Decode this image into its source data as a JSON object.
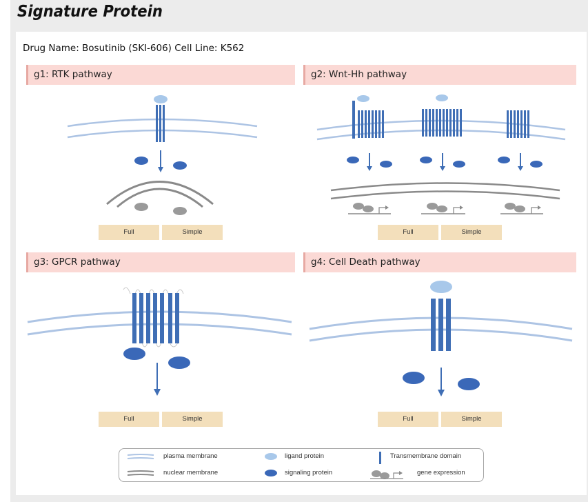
{
  "header": {
    "title": "Signature Protein"
  },
  "info": {
    "drug_line": "Drug Name: Bosutinib (SKI-606) Cell Line: K562"
  },
  "groups": [
    {
      "label": "g1: RTK pathway",
      "full": "Full",
      "simple": "Simple"
    },
    {
      "label": "g2: Wnt-Hh pathway",
      "full": "Full",
      "simple": "Simple"
    },
    {
      "label": "g3: GPCR pathway",
      "full": "Full",
      "simple": "Simple"
    },
    {
      "label": "g4: Cell Death pathway",
      "full": "Full",
      "simple": "Simple"
    }
  ],
  "legend": {
    "plasma_membrane": "plasma membrane",
    "nuclear_membrane": "nuclear membrane",
    "ligand_protein": "ligand protein",
    "signaling_protein": "signaling protein",
    "transmembrane_domain": "Transmembrane domain",
    "gene_expression": "gene expression"
  },
  "colors": {
    "header_bg": "#fbd9d5",
    "button_bg": "#f3dfbb",
    "membrane": "#adc4e4",
    "nuclear_membrane": "#8a8a8a",
    "transmembrane": "#3f6eb5",
    "ligand": "#a8c8ea",
    "signaling": "#3a68b8",
    "gene_protein": "#9a9a9a"
  }
}
